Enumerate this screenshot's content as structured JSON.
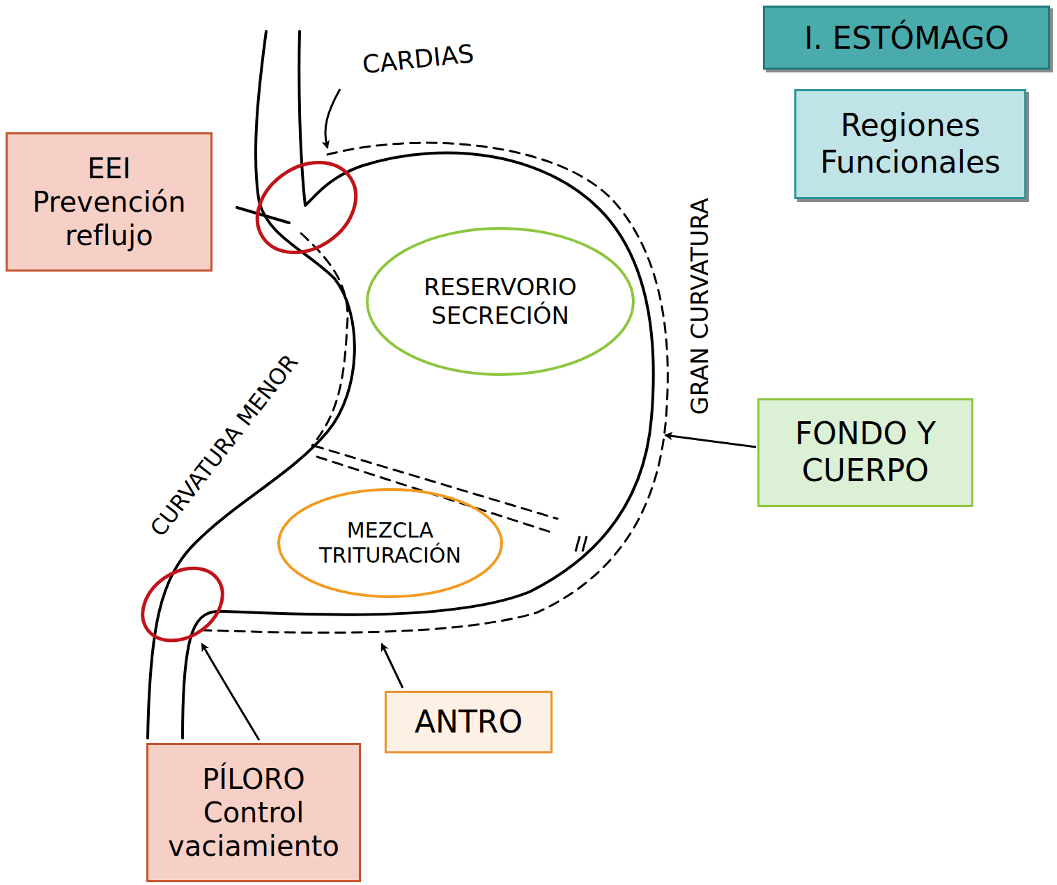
{
  "diagram": {
    "title": "I. ESTÓMAGO",
    "nodes": [
      {
        "text": [
          "Regiones Funcionales"
        ]
      },
      {
        "text": [
          "EEI Prevención reflujo"
        ]
      },
      {
        "text": [
          "RESERVORIO SECRECIÓN"
        ]
      },
      {
        "text": [
          "FONDO Y CUERPO"
        ]
      },
      {
        "text": [
          "MEZCLA TRITURACIÓN"
        ]
      },
      {
        "text": [
          "ANTRO"
        ]
      },
      {
        "text": [
          "PÍLORO Control vaciamiento"
        ]
      }
    ],
    "labels": [
      "CARDIAS",
      "GRAN CURVATURA",
      "CURVATURA MENOR"
    ]
  }
}
